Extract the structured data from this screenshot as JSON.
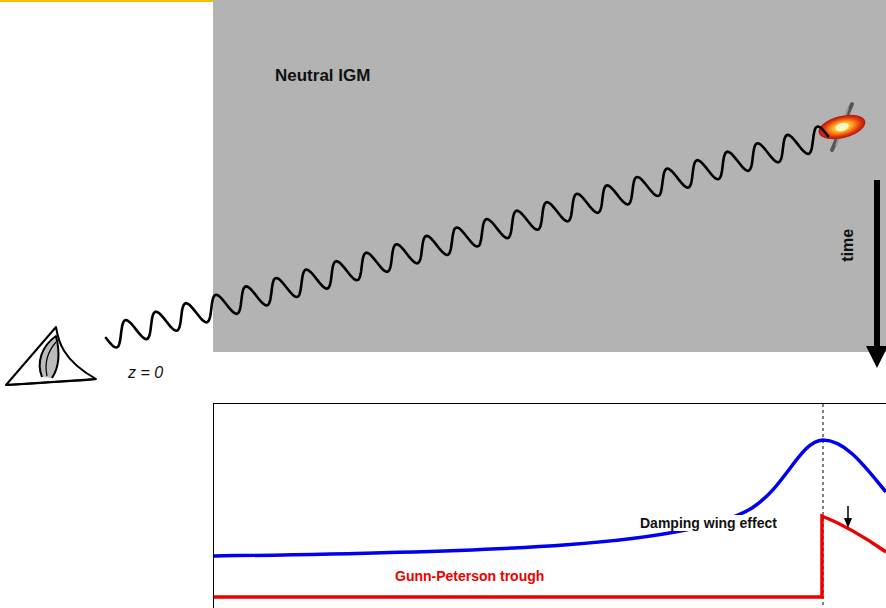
{
  "diagram": {
    "labels": [
      "Neutral IGM",
      "z = 0",
      "time",
      "Damping wing effect",
      "Gunn-Peterson trough"
    ]
  }
}
